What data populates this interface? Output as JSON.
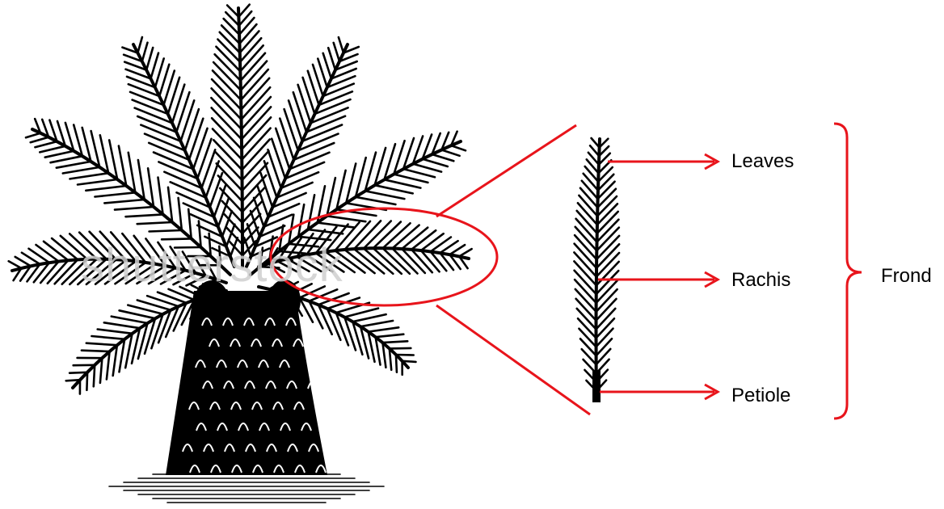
{
  "diagram": {
    "watermark": "shutterstock",
    "labels": {
      "leaves": "Leaves",
      "rachis": "Rachis",
      "petiole": "Petiole",
      "frond": "Frond"
    },
    "colors": {
      "annotation": "#e8141b",
      "ink": "#000000",
      "watermark": "#cfcfcf"
    }
  }
}
